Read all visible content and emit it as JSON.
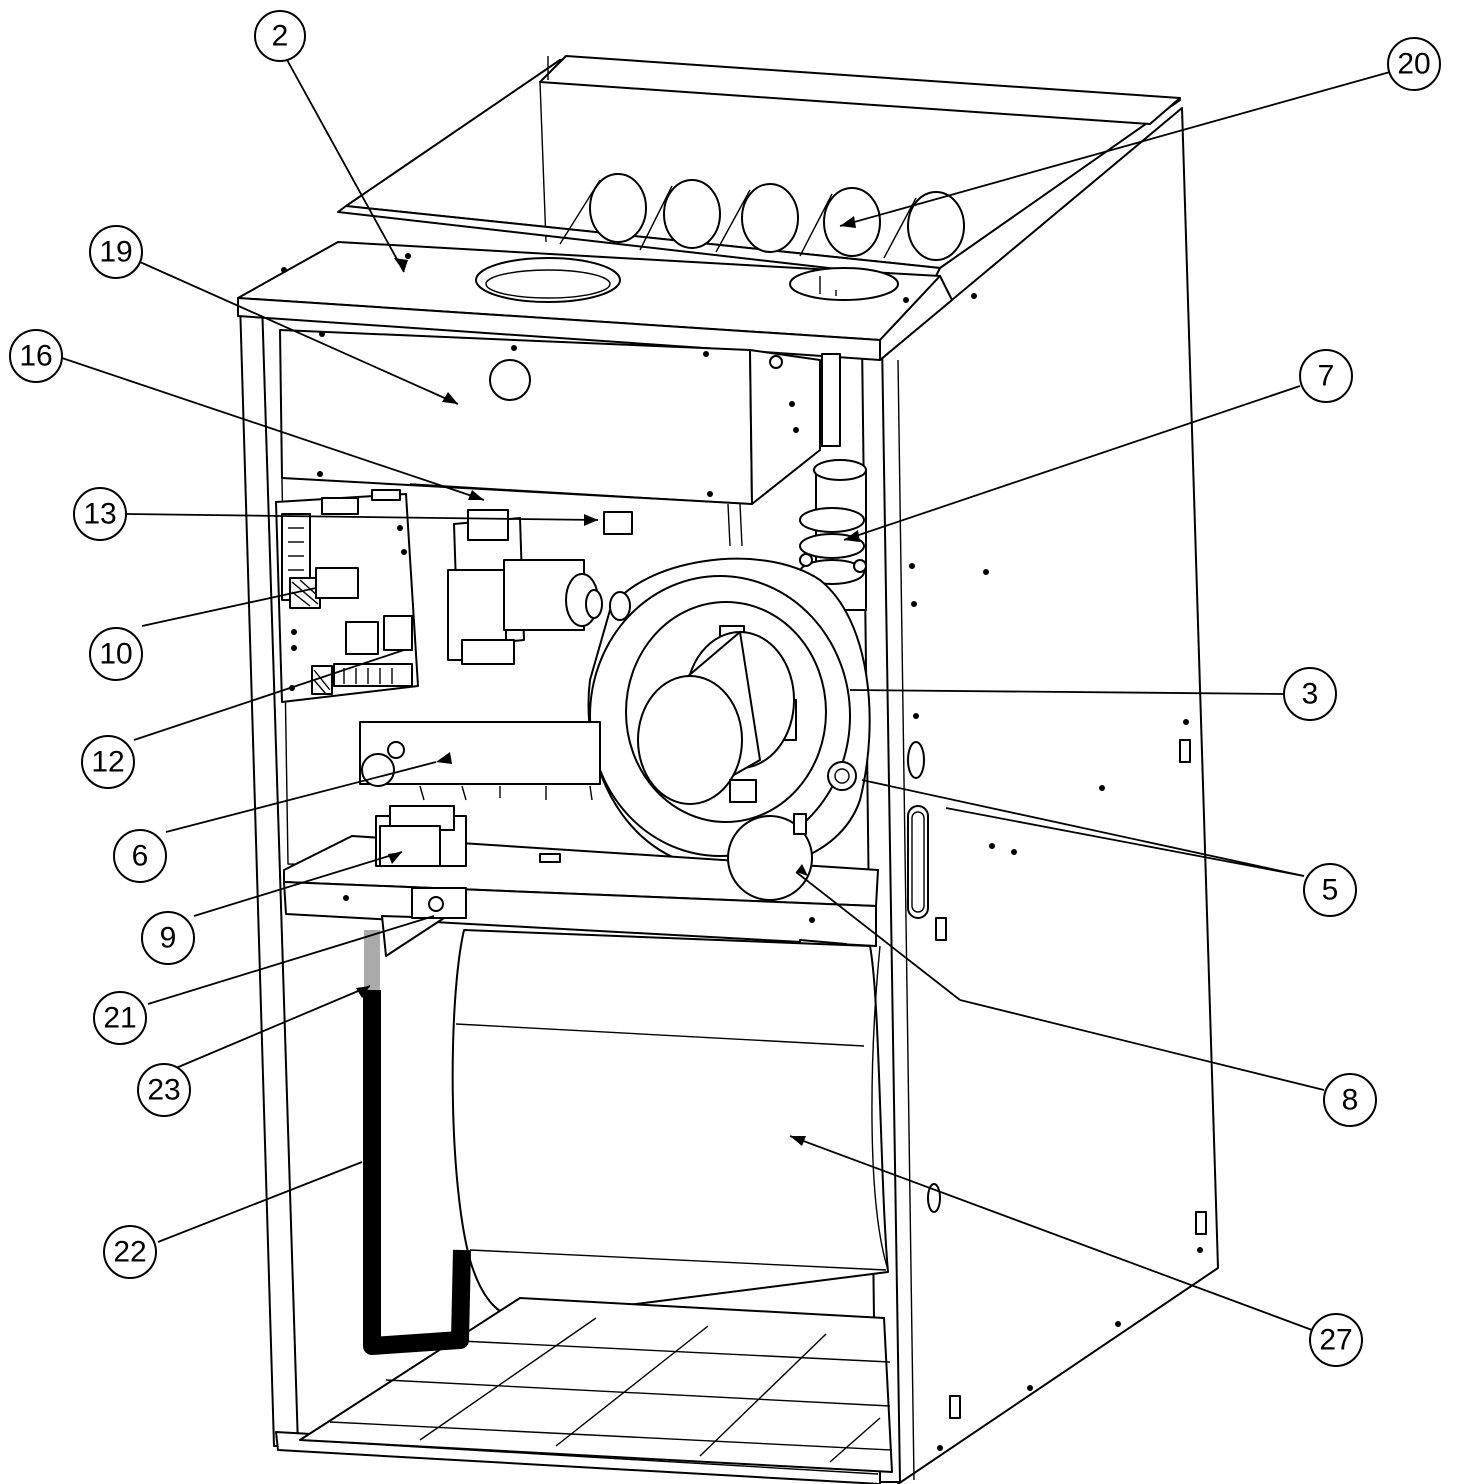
{
  "callouts": [
    {
      "id": "c2",
      "label": "2"
    },
    {
      "id": "c20",
      "label": "20"
    },
    {
      "id": "c19",
      "label": "19"
    },
    {
      "id": "c16",
      "label": "16"
    },
    {
      "id": "c7",
      "label": "7"
    },
    {
      "id": "c13",
      "label": "13"
    },
    {
      "id": "c10",
      "label": "10"
    },
    {
      "id": "c3",
      "label": "3"
    },
    {
      "id": "c12",
      "label": "12"
    },
    {
      "id": "c6",
      "label": "6"
    },
    {
      "id": "c5",
      "label": "5"
    },
    {
      "id": "c9",
      "label": "9"
    },
    {
      "id": "c21",
      "label": "21"
    },
    {
      "id": "c23",
      "label": "23"
    },
    {
      "id": "c8",
      "label": "8"
    },
    {
      "id": "c22",
      "label": "22"
    },
    {
      "id": "c27",
      "label": "27"
    }
  ]
}
